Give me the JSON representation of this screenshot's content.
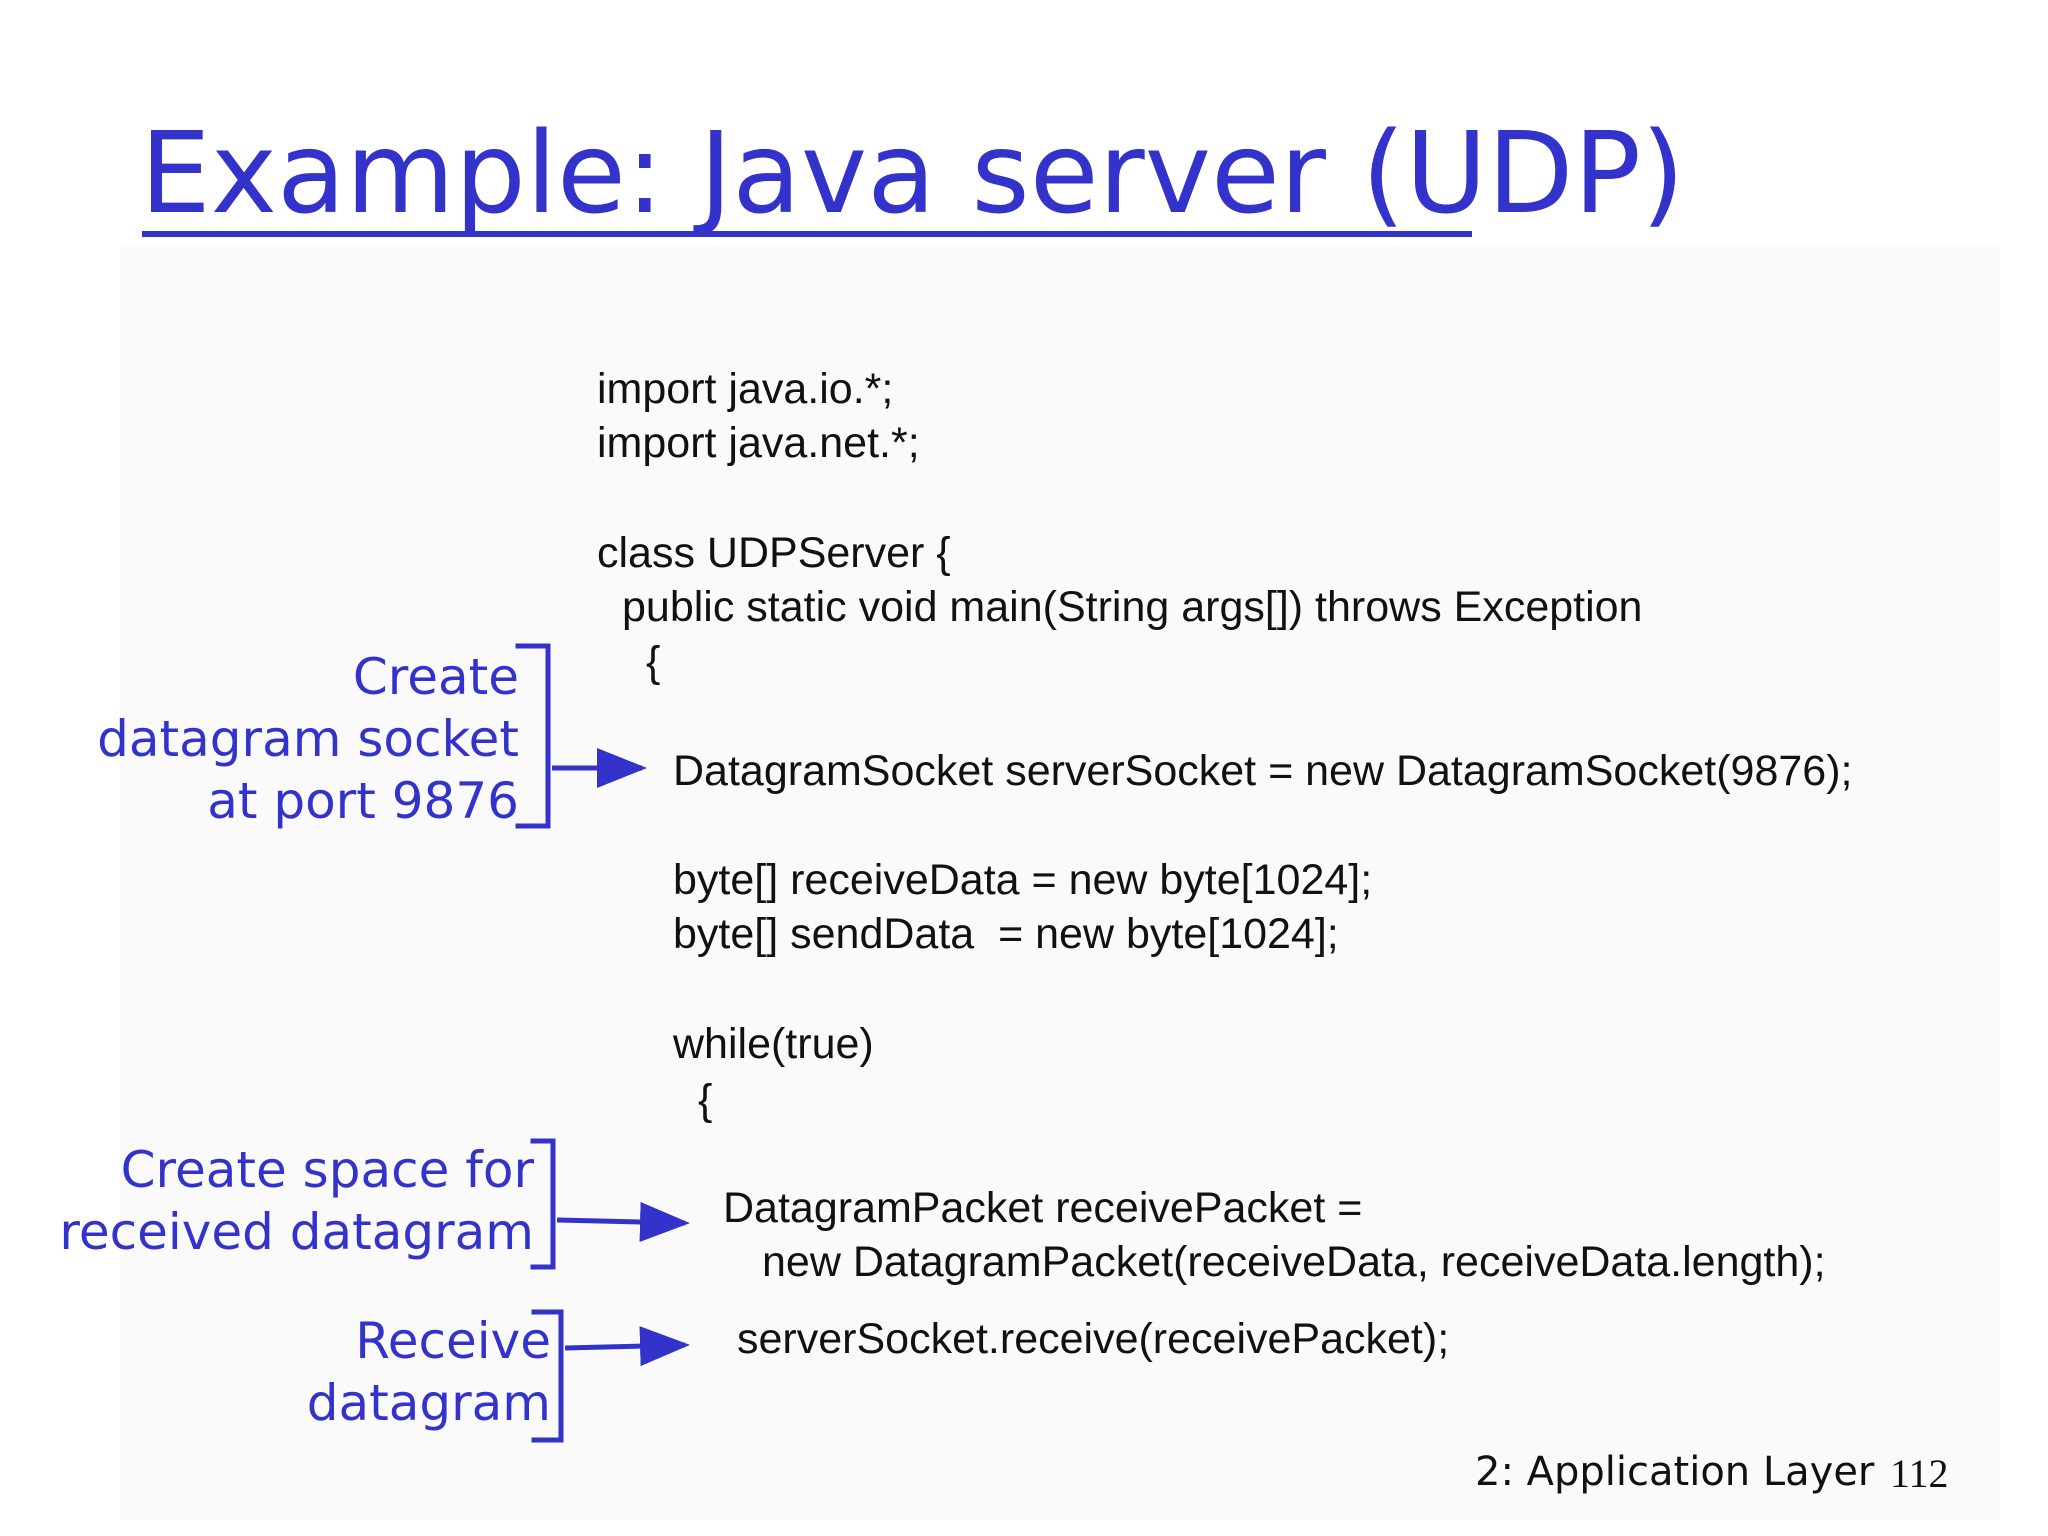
{
  "slide": {
    "title": "Example: Java server (UDP)",
    "code_lines": [
      "import java.io.*;",
      "import java.net.*;",
      "class UDPServer {",
      "public static void main(String args[]) throws Exception",
      "{",
      "DatagramSocket serverSocket = new DatagramSocket(9876);",
      "byte[] receiveData = new byte[1024];",
      "byte[] sendData  = new byte[1024];",
      "while(true)",
      "{",
      "DatagramPacket receivePacket =",
      "new DatagramPacket(receiveData, receiveData.length);",
      "serverSocket.receive(receivePacket);"
    ],
    "annotations": [
      {
        "lines": [
          "Create",
          "datagram socket",
          "at port 9876"
        ]
      },
      {
        "lines": [
          "Create space for",
          "received datagram"
        ]
      },
      {
        "lines": [
          "Receive",
          "datagram"
        ]
      }
    ],
    "footer": {
      "chapter": "2: Application Layer",
      "page_number": "112"
    },
    "colors": {
      "accent": "#3333cc",
      "text": "#111111",
      "background": "#ffffff"
    }
  }
}
